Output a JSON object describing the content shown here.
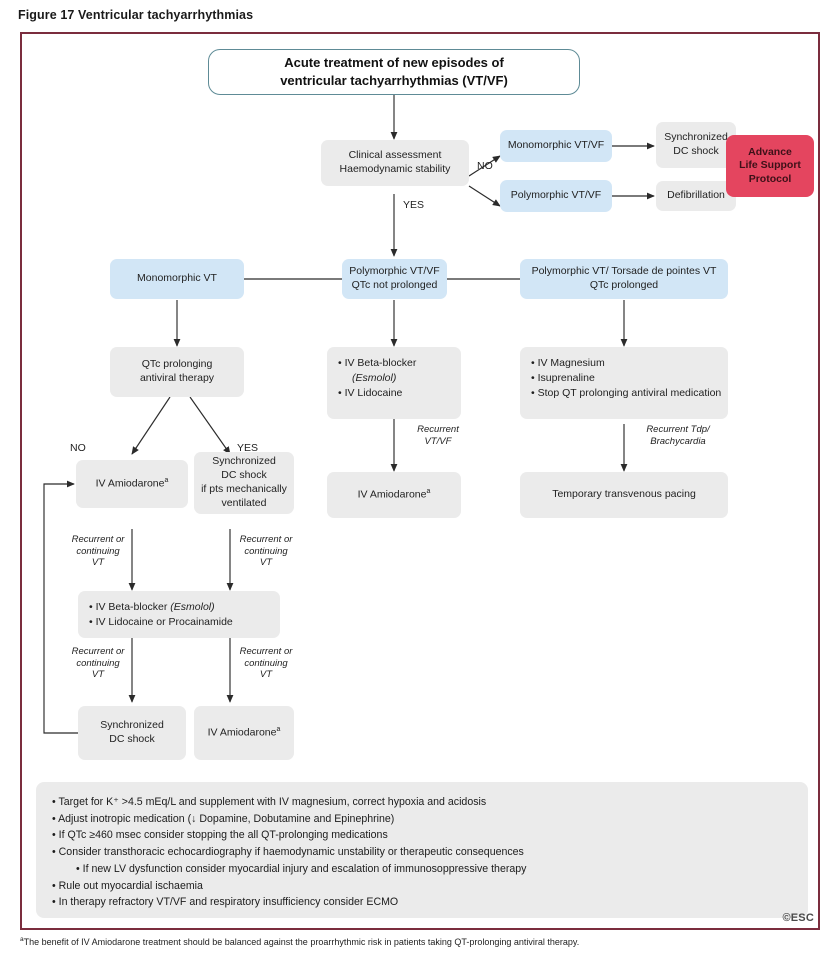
{
  "figure": {
    "caption": "Figure 17 Ventricular tachyarrhythmias",
    "copyright": "©ESC",
    "footnote_marker": "a",
    "footnote": "The benefit of IV Amiodarone treatment should be balanced against the proarrhythmic risk in patients taking QT-prolonging antiviral therapy."
  },
  "colors": {
    "frame_border": "#7B2D3E",
    "title_border": "#5E8B96",
    "grey_box": "#EBEBEB",
    "blue_box": "#D2E6F6",
    "red_box": "#E4455F",
    "connector": "#2b2b2b"
  },
  "nodes": {
    "title": {
      "line1": "Acute treatment of new episodes of",
      "line2": "ventricular tachyarrhythmias (VT/VF)"
    },
    "clinical_assessment": {
      "line1": "Clinical assessment",
      "line2": "Haemodynamic stability"
    },
    "monomorphic_vtvf": "Monomorphic VT/VF",
    "polymorphic_vtvf": "Polymorphic VT/VF",
    "synchronized_dc_shock_top": {
      "line1": "Synchronized",
      "line2": "DC shock"
    },
    "defibrillation": "Defibrillation",
    "advance_life_support": {
      "line1": "Advance",
      "line2": "Life Support",
      "line3": "Protocol"
    },
    "monomorphic_vt": "Monomorphic VT",
    "polymorphic_not_prolonged": {
      "line1": "Polymorphic VT/VF",
      "line2": "QTc not prolonged"
    },
    "polymorphic_prolonged": {
      "line1": "Polymorphic VT/ Torsade de pointes VT",
      "line2": "QTc prolonged"
    },
    "qtc_prolonging_antiviral": {
      "line1": "QTc prolonging",
      "line2": "antiviral therapy"
    },
    "mid_therapy": {
      "b1": "• IV Beta-blocker",
      "b2": "(Esmolol)",
      "b3": "• IV Lidocaine"
    },
    "right_therapy": {
      "b1": "• IV Magnesium",
      "b2": "• Isuprenaline",
      "b3": "• Stop QT prolonging antiviral medication"
    },
    "iv_amiodarone_left": "IV Amiodarone",
    "sync_dc_shock_vent": {
      "line1": "Synchronized",
      "line2": "DC shock",
      "line3": "if pts mechanically",
      "line4": "ventilated"
    },
    "beta_blocker_lido": {
      "b1_plain": "• IV Beta-blocker ",
      "b1_ital": "(Esmolol)",
      "b2": "• IV Lidocaine or Procainamide"
    },
    "sync_dc_shock_bottom": {
      "line1": "Synchronized",
      "line2": "DC shock"
    },
    "iv_amiodarone_bottom": "IV Amiodarone",
    "iv_amiodarone_mid": "IV Amiodarone",
    "temporary_pacing": "Temporary transvenous pacing"
  },
  "edge_labels": {
    "no_top": "NO",
    "yes_top": "YES",
    "no_left": "NO",
    "yes_left": "YES",
    "recurrent_vtvf": "Recurrent\nVT/VF",
    "recurrent_tdp": "Recurrent Tdp/\nBrachycardia",
    "recurrent_vt_a": "Recurrent or\ncontinuing\nVT",
    "recurrent_vt_b": "Recurrent or\ncontinuing\nVT",
    "recurrent_vt_c": "Recurrent or\ncontinuing\nVT",
    "recurrent_vt_d": "Recurrent or\ncontinuing\nVT"
  },
  "notes": [
    {
      "text": "• Target for K⁺ >4.5 mEq/L and supplement with IV magnesium, correct hypoxia and acidosis",
      "sub": false
    },
    {
      "text": "• Adjust inotropic medication (↓ Dopamine, Dobutamine and Epinephrine)",
      "sub": false
    },
    {
      "text": "• If QTc ≥460 msec consider stopping the all QT-prolonging medications",
      "sub": false
    },
    {
      "text": "• Consider transthoracic echocardiography if haemodynamic unstability or therapeutic consequences",
      "sub": false
    },
    {
      "text": "• If new LV dysfunction consider myocardial injury and escalation of immunosoppressive therapy",
      "sub": true
    },
    {
      "text": "• Rule out myocardial ischaemia",
      "sub": false
    },
    {
      "text": "• In therapy refractory VT/VF and respiratory insufficiency consider ECMO",
      "sub": false
    }
  ]
}
